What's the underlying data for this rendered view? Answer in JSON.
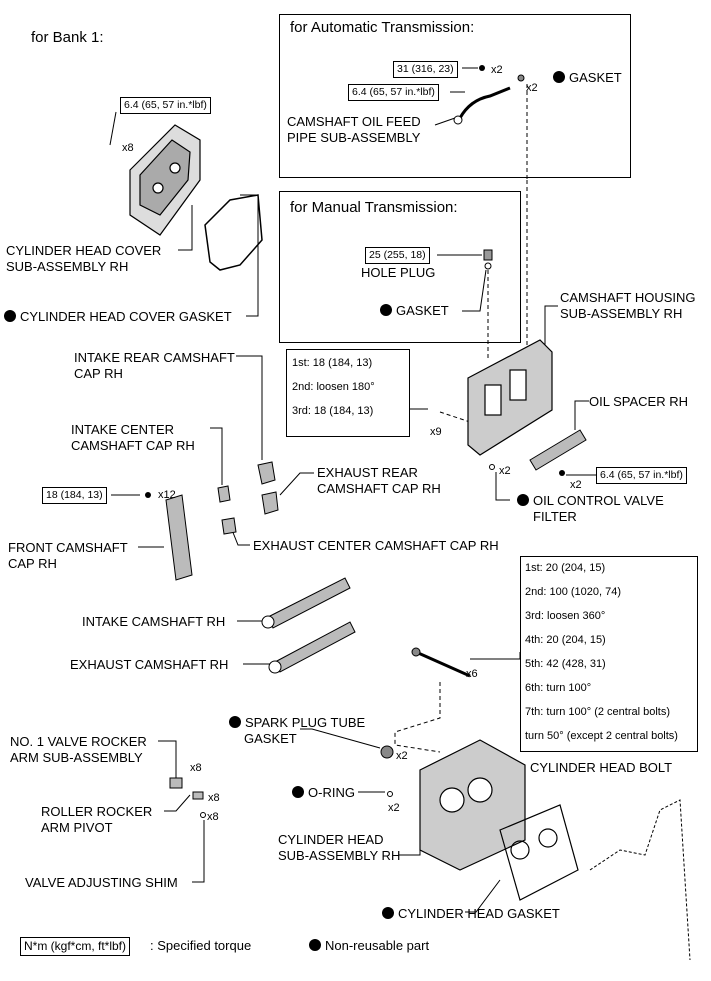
{
  "bank": "for Bank 1:",
  "at_section": {
    "title": "for Automatic Transmission:",
    "torque_bolt": "31 (316, 23)",
    "qty_bolt": "x2",
    "torque_pipe": "6.4 (65, 57 in.*lbf)",
    "qty_gasket": "x2",
    "gasket": "GASKET",
    "pipe_label_1": "CAMSHAFT OIL FEED",
    "pipe_label_2": "PIPE SUB-ASSEMBLY"
  },
  "mt_section": {
    "title": "for Manual Transmission:",
    "torque": "25 (255, 18)",
    "hole_plug": "HOLE PLUG",
    "gasket": "GASKET"
  },
  "cover": {
    "torque": "6.4 (65, 57 in.*lbf)",
    "qty": "x8",
    "label_1": "CYLINDER HEAD COVER",
    "label_2": "SUB-ASSEMBLY RH",
    "gasket": "CYLINDER HEAD COVER GASKET"
  },
  "housing": {
    "label_1": "CAMSHAFT HOUSING",
    "label_2": "SUB-ASSEMBLY RH",
    "torque_steps": [
      "1st: 18 (184, 13)",
      "2nd: loosen 180°",
      "3rd: 18 (184, 13)"
    ],
    "qty": "x9",
    "oil_spacer": "OIL SPACER RH",
    "spacer_torque": "6.4 (65, 57 in.*lbf)",
    "spacer_qty": "x2",
    "filter_qty": "x2",
    "filter_1": "OIL CONTROL VALVE",
    "filter_2": "FILTER"
  },
  "caps": {
    "intake_rear_1": "INTAKE REAR CAMSHAFT",
    "intake_rear_2": "CAP RH",
    "intake_center_1": "INTAKE CENTER",
    "intake_center_2": "CAMSHAFT CAP RH",
    "exhaust_rear_1": "EXHAUST REAR",
    "exhaust_rear_2": "CAMSHAFT CAP RH",
    "exhaust_center": "EXHAUST CENTER CAMSHAFT CAP RH",
    "front_torque": "18 (184, 13)",
    "front_qty": "x12",
    "front_1": "FRONT CAMSHAFT",
    "front_2": "CAP RH"
  },
  "camshafts": {
    "intake": "INTAKE CAMSHAFT RH",
    "exhaust": "EXHAUST CAMSHAFT RH"
  },
  "head_bolt": {
    "steps": [
      "1st: 20 (204, 15)",
      "2nd: 100  (1020, 74)",
      "3rd: loosen 360°",
      "4th: 20 (204, 15)",
      "5th: 42 (428, 31)",
      "6th: turn 100°",
      "7th: turn 100° (2 central bolts)",
      "turn 50° (except 2 central bolts)"
    ],
    "qty": "x6",
    "label": "CYLINDER HEAD BOLT"
  },
  "valve": {
    "rocker_1": "NO. 1 VALVE ROCKER",
    "rocker_2": "ARM SUB-ASSEMBLY",
    "rocker_qty": "x8",
    "pivot_1": "ROLLER ROCKER",
    "pivot_2": "ARM PIVOT",
    "pivot_qty": "x8",
    "shim": "VALVE ADJUSTING SHIM",
    "shim_qty": "x8"
  },
  "head": {
    "spark_1": "SPARK PLUG TUBE",
    "spark_2": "GASKET",
    "spark_qty": "x2",
    "oring": "O-RING",
    "oring_qty": "x2",
    "label_1": "CYLINDER HEAD",
    "label_2": "SUB-ASSEMBLY RH",
    "gasket": "CYLINDER HEAD GASKET"
  },
  "legend": {
    "torque_unit": "N*m (kgf*cm, ft*lbf)",
    "torque_text": ": Specified torque",
    "nonreusable": "Non-reusable part"
  }
}
